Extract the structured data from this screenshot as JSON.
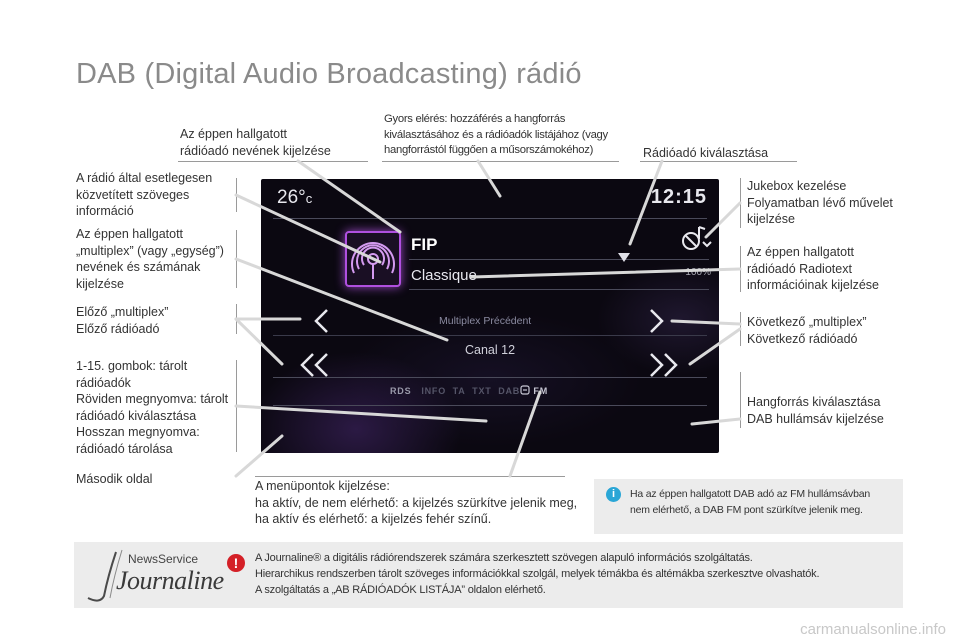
{
  "title": "DAB (Digital Audio Broadcasting) rádió",
  "labels": {
    "station_name": "Az éppen hallgatott\nrádióadó nevének kijelzése",
    "quick_access": "Gyors elérés: hozzáférés a hangforrás\nkiválasztásához és a rádióadók listájához (vagy\nhangforrástól függően a műsorszámokéhoz)",
    "station_select": "Rádióadó kiválasztása",
    "text_info": "A rádió által esetlegesen\nközvetített szöveges\ninformáció",
    "multiplex_name": "Az éppen hallgatott\n„multiplex” (vagy „egység”)\nnevének és számának\nkijelzése",
    "prev": "Előző „multiplex”\nElőző rádióadó",
    "presets": "1-15. gombok: tárolt\nrádióadók\nRöviden megnyomva: tárolt\nrádióadó kiválasztása\nHosszan megnyomva:\nrádióadó tárolása",
    "second_page": "Második oldal",
    "jukebox": "Jukebox kezelése\nFolyamatban lévő művelet\nkijelzése",
    "radiotext": "Az éppen hallgatott\nrádióadó Radiotext\ninformációinak kijelzése",
    "next": "Következő „multiplex”\nKövetkező rádióadó",
    "source_band": "Hangforrás kiválasztása\nDAB hullámsáv kijelzése",
    "menu_items": "A menüpontok kijelzése:\nha aktív, de nem elérhető: a kijelzés szürkítve jelenik meg,\nha aktív és elérhető: a kijelzés fehér színű."
  },
  "screen": {
    "temp_value": "26°",
    "temp_unit": "c",
    "time": "12:15",
    "station": "FIP",
    "genre": "Classique",
    "percent": "100%",
    "multiplex": "Multiplex Précédent",
    "channel": "Canal 12",
    "rds": "RDS",
    "info": "INFO",
    "ta": "TA",
    "txt": "TXT",
    "dab": "DAB",
    "fm": "FM"
  },
  "info_note": "Ha az éppen hallgatott DAB adó az FM hullámsávban\nnem elérhető, a DAB FM pont szürkítve jelenik meg.",
  "journaline": {
    "logo_top": "NewsService",
    "logo_main": "Journaline",
    "line1": "A Journaline® a digitális rádiórendszerek számára szerkesztett szövegen alapuló információs szolgáltatás.",
    "line2": "Hierarchikus rendszerben tárolt szöveges információkkal szolgál, melyek témákba és altémákba szerkesztve olvashatók.",
    "line3": "A szolgáltatás a „AB RÁDIÓADÓK LISTÁJA” oldalon elérhető."
  },
  "watermark": "carmanualsonline.info",
  "colors": {
    "accent_purple": "#b050e0",
    "info_blue": "#2aa6d6",
    "warn_red": "#d42027"
  }
}
